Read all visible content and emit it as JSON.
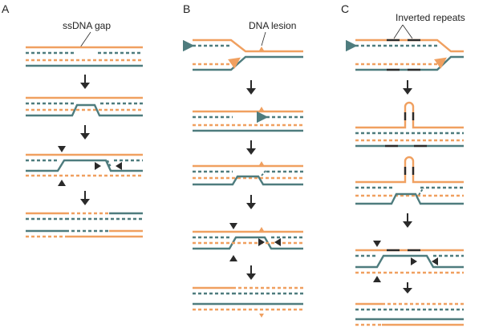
{
  "colors": {
    "orange": "#F0A060",
    "teal": "#4E7C7E",
    "dark": "#2A2A2A",
    "background": "#FFFFFF"
  },
  "panels": [
    {
      "letter": "A",
      "label": "ssDNA gap"
    },
    {
      "letter": "B",
      "label": "DNA lesion"
    },
    {
      "letter": "C",
      "label": "Inverted repeats"
    }
  ]
}
